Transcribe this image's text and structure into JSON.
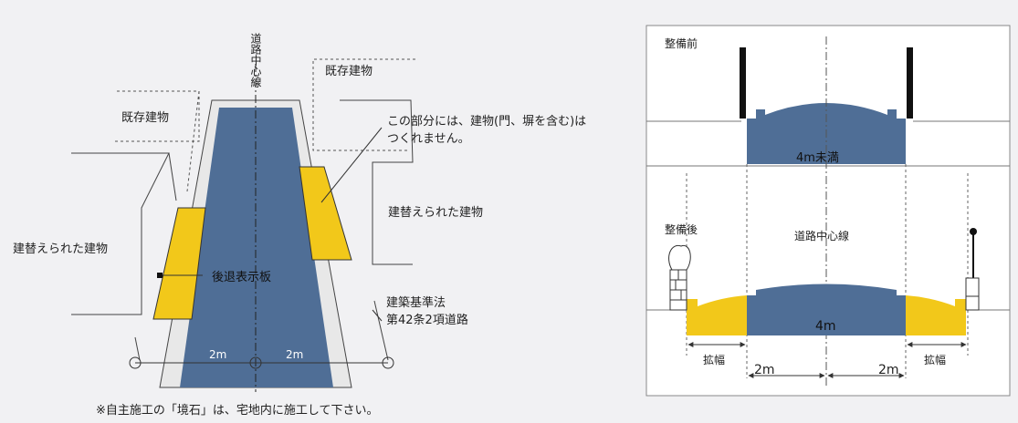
{
  "left_diagram": {
    "centerline_label": "道路中心線",
    "existing_building_left": "既存建物",
    "existing_building_right": "既存建物",
    "no_build_note_line1": "この部分には、建物(門、塀を含む)は",
    "no_build_note_line2": "つくれません。",
    "rebuilt_building_left": "建替えられた建物",
    "rebuilt_building_right": "建替えられた建物",
    "setback_sign": "後退表示板",
    "law_line1": "建築基準法",
    "law_line2": "第42条2項道路",
    "dim_left": "2m",
    "dim_right": "2m",
    "footnote": "※自主施工の「境石」は、宅地内に施工して下さい。"
  },
  "right_diagram": {
    "before_label": "整備前",
    "before_width": "4m未満",
    "after_label": "整備後",
    "centerline_label": "道路中心線",
    "after_width": "4m",
    "widen_left": "拡幅",
    "widen_right": "拡幅",
    "dim_left": "2m",
    "dim_right": "2m"
  },
  "colors": {
    "road": "#4f6e96",
    "setback": "#f2c81a",
    "background": "#f1f1f3",
    "panel": "#ffffff",
    "line": "#333333"
  }
}
